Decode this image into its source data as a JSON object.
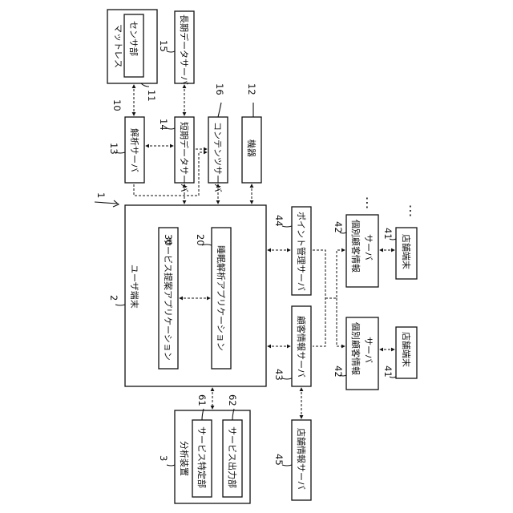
{
  "components": {
    "mattress": {
      "label": "マットレス",
      "ref": "10"
    },
    "sensor": {
      "label": "センサ部",
      "ref": "11"
    },
    "long_term_server": {
      "label": "長期データサーバ",
      "ref": "15"
    },
    "analysis_server": {
      "label": "解析サーバ",
      "ref": "13"
    },
    "short_term_server": {
      "label": "短期データサーバ",
      "ref": "14"
    },
    "contents_server": {
      "label": "コンテンツサーバ",
      "ref": "16"
    },
    "device": {
      "label": "機器",
      "ref": "12"
    },
    "user_terminal": {
      "label": "ユーザ端末",
      "ref": "2"
    },
    "service_app": {
      "label": "サービス提案アプリケーション",
      "ref": "30"
    },
    "sleep_app": {
      "label": "睡眠解析アプリケーション",
      "ref": "20"
    },
    "point_server": {
      "label": "ポイント管理サーバ",
      "ref": "44"
    },
    "customer_server": {
      "label": "顧客情報サーバ",
      "ref": "43"
    },
    "store_info_server": {
      "label": "店舗情報サーバ",
      "ref": "45"
    },
    "analysis_device": {
      "label": "分析装置",
      "ref": "3"
    },
    "service_identify": {
      "label": "サービス特定部",
      "ref": "61"
    },
    "service_output": {
      "label": "サービス出力部",
      "ref": "62"
    },
    "individual_server_a": {
      "label1": "個別顧客情報",
      "label2": "サーバ",
      "ref": "42"
    },
    "individual_server_b": {
      "label1": "個別顧客情報",
      "label2": "サーバ",
      "ref": "42"
    },
    "store_terminal_a": {
      "label": "店舗端末",
      "ref": "41"
    },
    "store_terminal_b": {
      "label": "店舗端末",
      "ref": "41"
    },
    "system_ref": "1",
    "ellipsis": "⋮"
  }
}
